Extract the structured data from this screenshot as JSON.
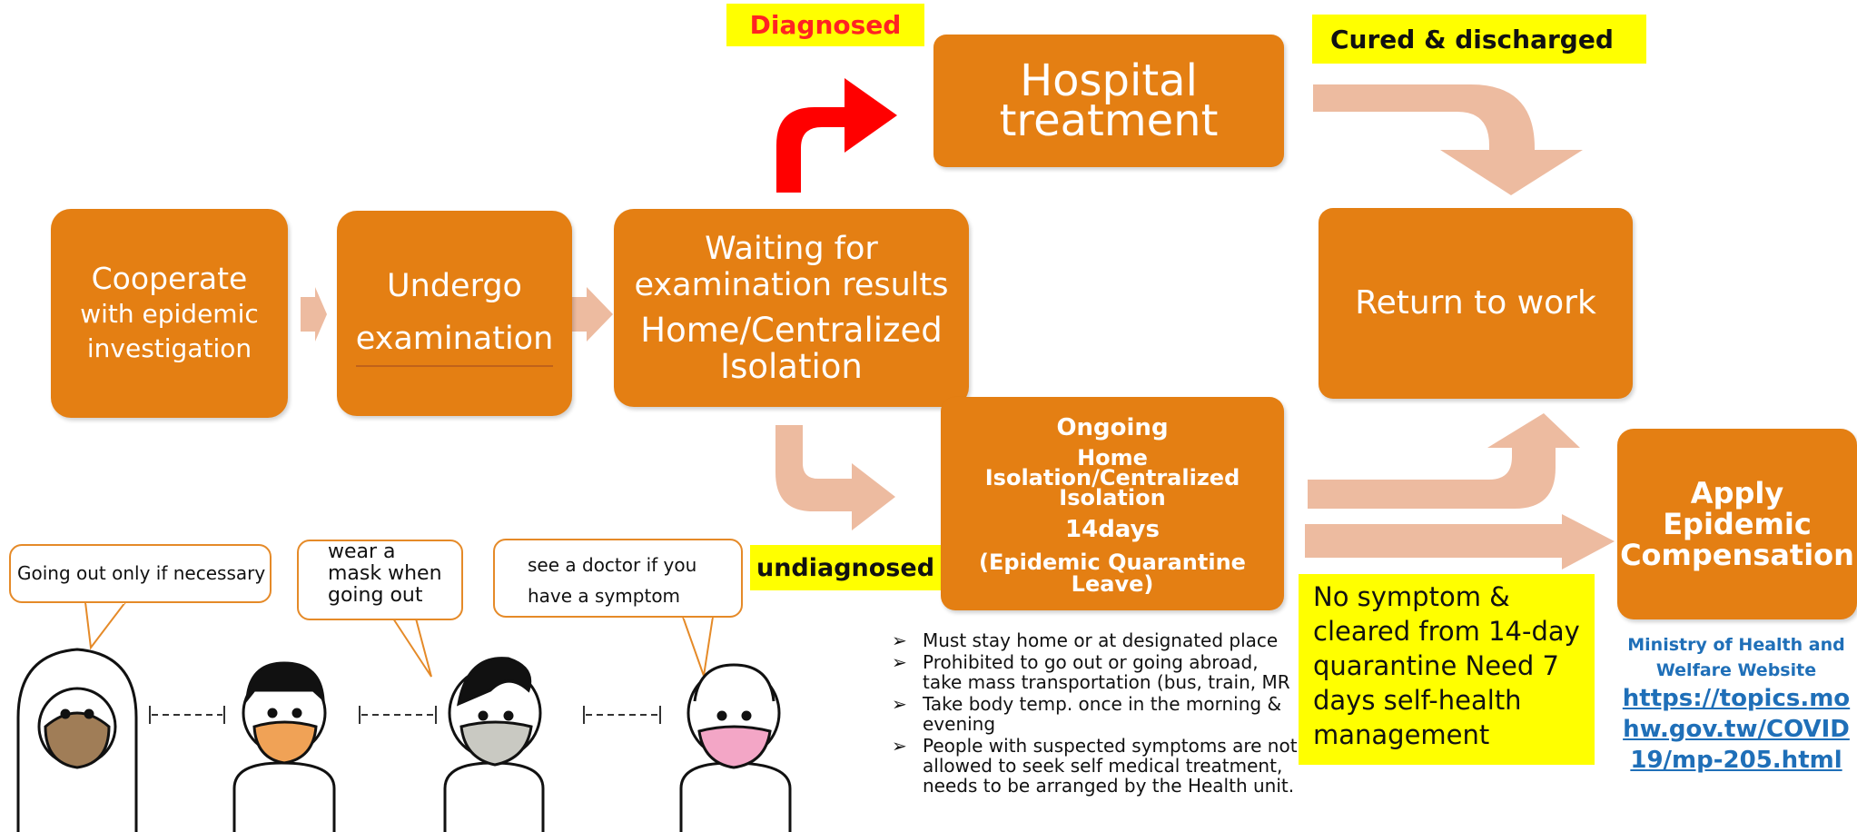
{
  "colors": {
    "box": "#e47f13",
    "highlight": "#ffff00",
    "flow_arrow": "#edbba0",
    "diagnosed_arrow": "#ff0000",
    "link": "#1f6fb8",
    "org": "#1f6fb8"
  },
  "labels": {
    "diagnosed": "Diagnosed",
    "cured": "Cured & discharged",
    "undiagnosed": "undiagnosed",
    "symptom_note": "No symptom & cleared from 14-day quarantine Need 7 days self-health management"
  },
  "boxes": {
    "cooperate": {
      "line1": "Cooperate",
      "line2": "with epidemic",
      "line3": "investigation"
    },
    "undergo": {
      "line1": "Undergo",
      "line2": "examination"
    },
    "waiting": {
      "line1": "Waiting for",
      "line2": "examination results",
      "line3": "Home/Centralized",
      "line4": "Isolation"
    },
    "hospital": {
      "line1": "Hospital",
      "line2": "treatment"
    },
    "return": {
      "line1": "Return to work"
    },
    "ongoing": {
      "line1": "Ongoing",
      "line2": "Home",
      "line3": "Isolation/Centralized",
      "line4": "Isolation",
      "line5": "14days",
      "line6": "(Epidemic Quarantine",
      "line7": "Leave)"
    },
    "compensation": {
      "line1": "Apply",
      "line2": "Epidemic",
      "line3": "Compensation"
    }
  },
  "bubbles": {
    "going_out": "Going out only if necessary",
    "mask": "wear a mask when going out",
    "doctor_line1": "see a doctor if you",
    "doctor_line2": "have a symptom"
  },
  "rules": [
    "Must stay home or at designated place",
    "Prohibited to go out or going abroad, take mass transportation (bus, train, MR",
    "Take body temp. once in the morning & evening",
    "People with suspected symptoms are not allowed to seek self medical treatment, needs to be arranged by the Health unit."
  ],
  "bullet_marker": "➢",
  "ministry": {
    "name": "Ministry of Health and Welfare Website",
    "url_line1": "https://topics.mo",
    "url_line2": "hw.gov.tw/COVID",
    "url_line3": "19/mp-205.html"
  }
}
